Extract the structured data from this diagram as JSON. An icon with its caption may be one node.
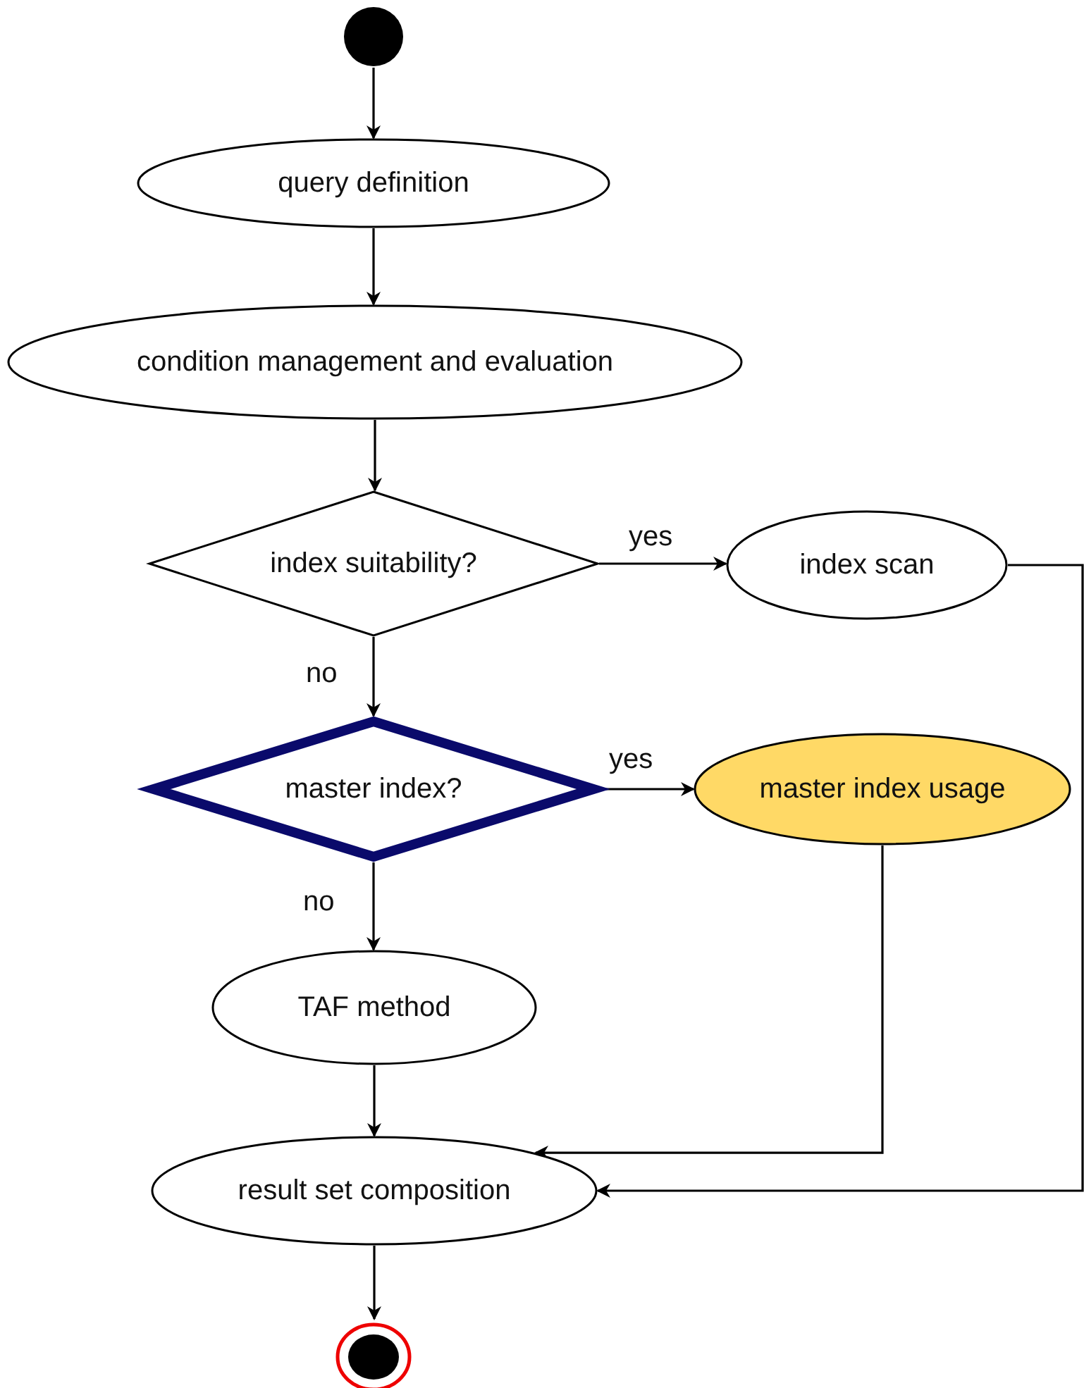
{
  "diagram": {
    "nodes": [
      {
        "text": [],
        "shape": "circle"
      },
      {
        "text": [
          "query definition"
        ]
      },
      {
        "text": [
          "condition management and evaluation"
        ]
      },
      {
        "text": [
          "index suitability?"
        ]
      },
      {
        "text": [
          "index scan"
        ]
      },
      {
        "text": [
          "master index?"
        ]
      },
      {
        "text": [
          "master index usage"
        ]
      },
      {
        "text": [
          "TAF method"
        ]
      },
      {
        "text": [
          "result set composition"
        ]
      },
      {
        "text": [],
        "shape": "circle"
      }
    ],
    "edges": [
      {
        "from": 0,
        "to": 1,
        "arrow": "to"
      },
      {
        "from": 1,
        "to": 2,
        "arrow": "to"
      },
      {
        "from": 2,
        "to": 3,
        "arrow": "to"
      },
      {
        "from": 3,
        "to": 4,
        "arrow": "to",
        "label": "yes"
      },
      {
        "from": 3,
        "to": 5,
        "arrow": "to",
        "label": "no"
      },
      {
        "from": 5,
        "to": 6,
        "arrow": "to",
        "label": "yes"
      },
      {
        "from": 5,
        "to": 7,
        "arrow": "to",
        "label": "no"
      },
      {
        "from": 7,
        "to": 8,
        "arrow": "to"
      },
      {
        "from": 6,
        "to": 8,
        "arrow": "to"
      },
      {
        "from": 4,
        "to": 8,
        "arrow": "to"
      },
      {
        "from": 8,
        "to": 9,
        "arrow": "to"
      }
    ]
  }
}
